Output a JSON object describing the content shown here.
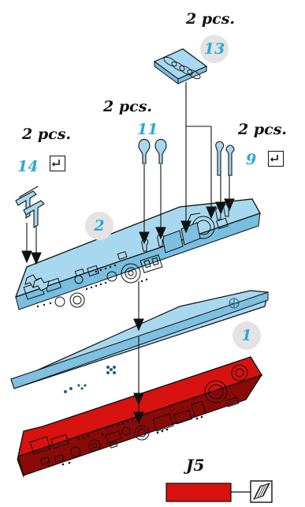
{
  "labels": {
    "qty_13": "2 pcs.",
    "qty_11": "2 pcs.",
    "qty_14": "2 pcs.",
    "qty_9": "2 pcs.",
    "part_13": "13",
    "part_11": "11",
    "part_14": "14",
    "part_9": "9",
    "part_2": "2",
    "part_1": "1",
    "color_code": "J5"
  },
  "colors": {
    "panel_red": "#d7120f",
    "clear_blue": "#a8d8f0",
    "part_number_blue": "#2aa7d6",
    "badge_grey": "#e3e3e3"
  },
  "icons": {
    "flip_mark": "reverse-side-arrow-icon",
    "decal_swatch": "hatched-decal-icon"
  }
}
